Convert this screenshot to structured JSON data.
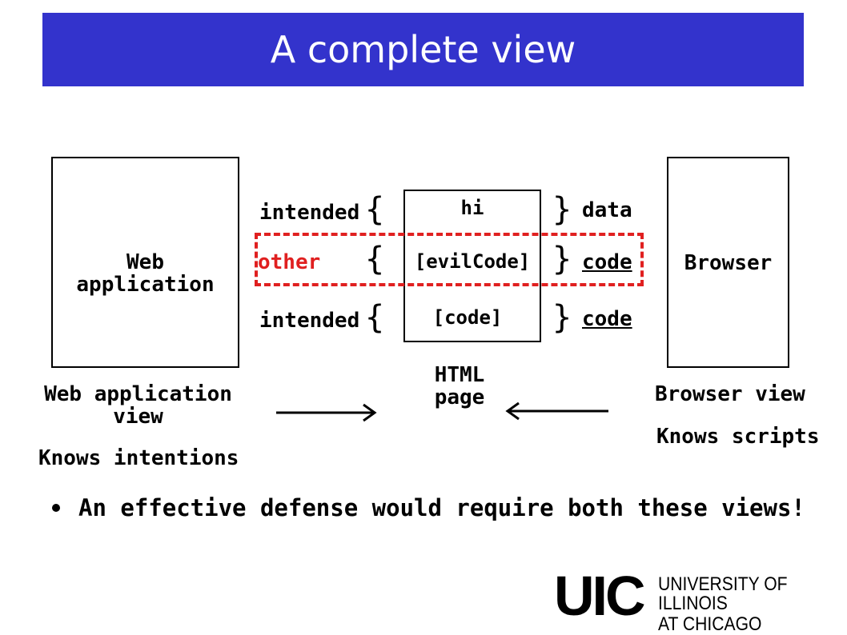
{
  "title": "A complete view",
  "web_app_box_label": [
    "Web",
    "application"
  ],
  "browser_box_label": "Browser",
  "rows": [
    {
      "left": "intended",
      "center": "hi",
      "right": "data"
    },
    {
      "left": "other",
      "center": "[evilCode]",
      "right": "code"
    },
    {
      "left": "intended",
      "center": "[code]",
      "right": "code"
    }
  ],
  "html_page_label": [
    "HTML",
    "page"
  ],
  "web_app_view_label": [
    "Web application",
    "view"
  ],
  "web_app_knows": "Knows intentions",
  "browser_view_label": "Browser view",
  "browser_knows": "Knows scripts",
  "bullet_text": "An effective defense would require both these views!",
  "logo": {
    "mark": "UIC",
    "line1": "UNIVERSITY OF ILLINOIS",
    "line2": "AT CHICAGO"
  },
  "colors": {
    "title_bg": "#3333cc",
    "highlight": "#e02020"
  }
}
